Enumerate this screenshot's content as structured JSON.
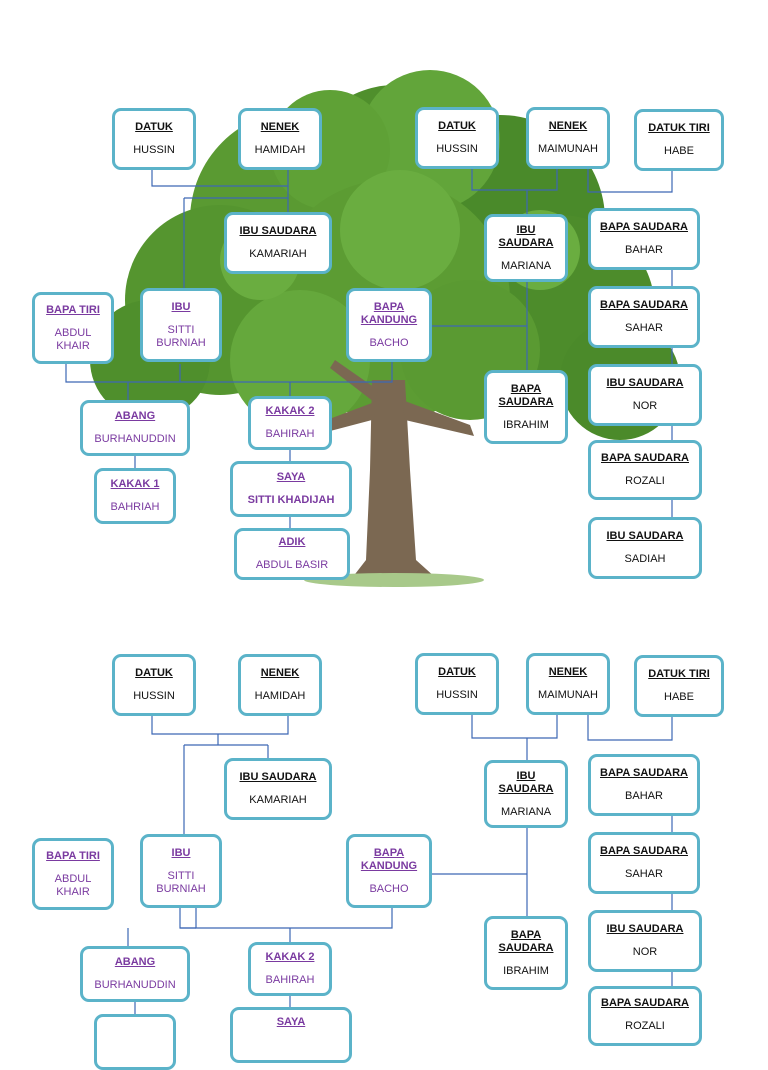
{
  "colors": {
    "box_border": "#5bb3c9",
    "line": "#3d67b5",
    "purple_text": "#7a3aa0",
    "leaf": "#4f8f2c",
    "trunk": "#7b6852"
  },
  "icons": {
    "tree": "oak-tree-illustration"
  },
  "diagrams": [
    {
      "nodes": [
        {
          "id": "datuk1",
          "role": "DATUK",
          "name": "HUSSIN"
        },
        {
          "id": "nenek1",
          "role": "NENEK",
          "name": "HAMIDAH"
        },
        {
          "id": "datuk2",
          "role": "DATUK",
          "name": "HUSSIN"
        },
        {
          "id": "nenek2",
          "role": "NENEK",
          "name": "MAIMUNAH"
        },
        {
          "id": "datuktiri",
          "role": "DATUK TIRI",
          "name": "HABE"
        },
        {
          "id": "ibusaudara1",
          "role": "IBU SAUDARA",
          "name": "KAMARIAH"
        },
        {
          "id": "ibusaudara2",
          "role": "IBU SAUDARA",
          "name": "MARIANA"
        },
        {
          "id": "bapasaudara1",
          "role": "BAPA SAUDARA",
          "name": "BAHAR"
        },
        {
          "id": "bapatiri",
          "role": "BAPA TIRI",
          "name": "ABDUL KHAIR"
        },
        {
          "id": "ibu",
          "role": "IBU",
          "name": "SITTI BURNIAH"
        },
        {
          "id": "bapakandung",
          "role": "BAPA KANDUNG",
          "name": "BACHO"
        },
        {
          "id": "bapasaudara2",
          "role": "BAPA SAUDARA",
          "name": "SAHAR"
        },
        {
          "id": "bapasaudara3",
          "role": "BAPA SAUDARA",
          "name": "IBRAHIM"
        },
        {
          "id": "ibusaudara3",
          "role": "IBU SAUDARA",
          "name": "NOR"
        },
        {
          "id": "abang",
          "role": "ABANG",
          "name": "BURHANUDDIN"
        },
        {
          "id": "kakak2",
          "role": "KAKAK 2",
          "name": "BAHIRAH"
        },
        {
          "id": "bapasaudara4",
          "role": "BAPA SAUDARA",
          "name": "ROZALI"
        },
        {
          "id": "kakak1",
          "role": "KAKAK 1",
          "name": "BAHRIAH"
        },
        {
          "id": "saya",
          "role": "SAYA",
          "name": "SITTI KHADIJAH"
        },
        {
          "id": "ibusaudara4",
          "role": "IBU SAUDARA",
          "name": "SADIAH"
        },
        {
          "id": "adik",
          "role": "ADIK",
          "name": "ABDUL BASIR"
        }
      ]
    },
    {
      "nodes": [
        {
          "id": "datuk1",
          "role": "DATUK",
          "name": "HUSSIN"
        },
        {
          "id": "nenek1",
          "role": "NENEK",
          "name": "HAMIDAH"
        },
        {
          "id": "datuk2",
          "role": "DATUK",
          "name": "HUSSIN"
        },
        {
          "id": "nenek2",
          "role": "NENEK",
          "name": "MAIMUNAH"
        },
        {
          "id": "datuktiri",
          "role": "DATUK TIRI",
          "name": "HABE"
        },
        {
          "id": "ibusaudara1",
          "role": "IBU SAUDARA",
          "name": "KAMARIAH"
        },
        {
          "id": "ibusaudara2",
          "role": "IBU SAUDARA",
          "name": "MARIANA"
        },
        {
          "id": "bapasaudara1",
          "role": "BAPA SAUDARA",
          "name": "BAHAR"
        },
        {
          "id": "bapatiri",
          "role": "BAPA TIRI",
          "name": "ABDUL KHAIR"
        },
        {
          "id": "ibu",
          "role": "IBU",
          "name": "SITTI BURNIAH"
        },
        {
          "id": "bapakandung",
          "role": "BAPA KANDUNG",
          "name": "BACHO"
        },
        {
          "id": "bapasaudara2",
          "role": "BAPA SAUDARA",
          "name": "SAHAR"
        },
        {
          "id": "bapasaudara3",
          "role": "BAPA SAUDARA",
          "name": "IBRAHIM"
        },
        {
          "id": "ibusaudara3",
          "role": "IBU SAUDARA",
          "name": "NOR"
        },
        {
          "id": "abang",
          "role": "ABANG",
          "name": "BURHANUDDIN"
        },
        {
          "id": "kakak2",
          "role": "KAKAK 2",
          "name": "BAHIRAH"
        },
        {
          "id": "bapasaudara4",
          "role": "BAPA SAUDARA",
          "name": "ROZALI"
        },
        {
          "id": "kakak1",
          "role": "",
          "name": ""
        },
        {
          "id": "saya",
          "role": "SAYA",
          "name": ""
        }
      ]
    }
  ]
}
